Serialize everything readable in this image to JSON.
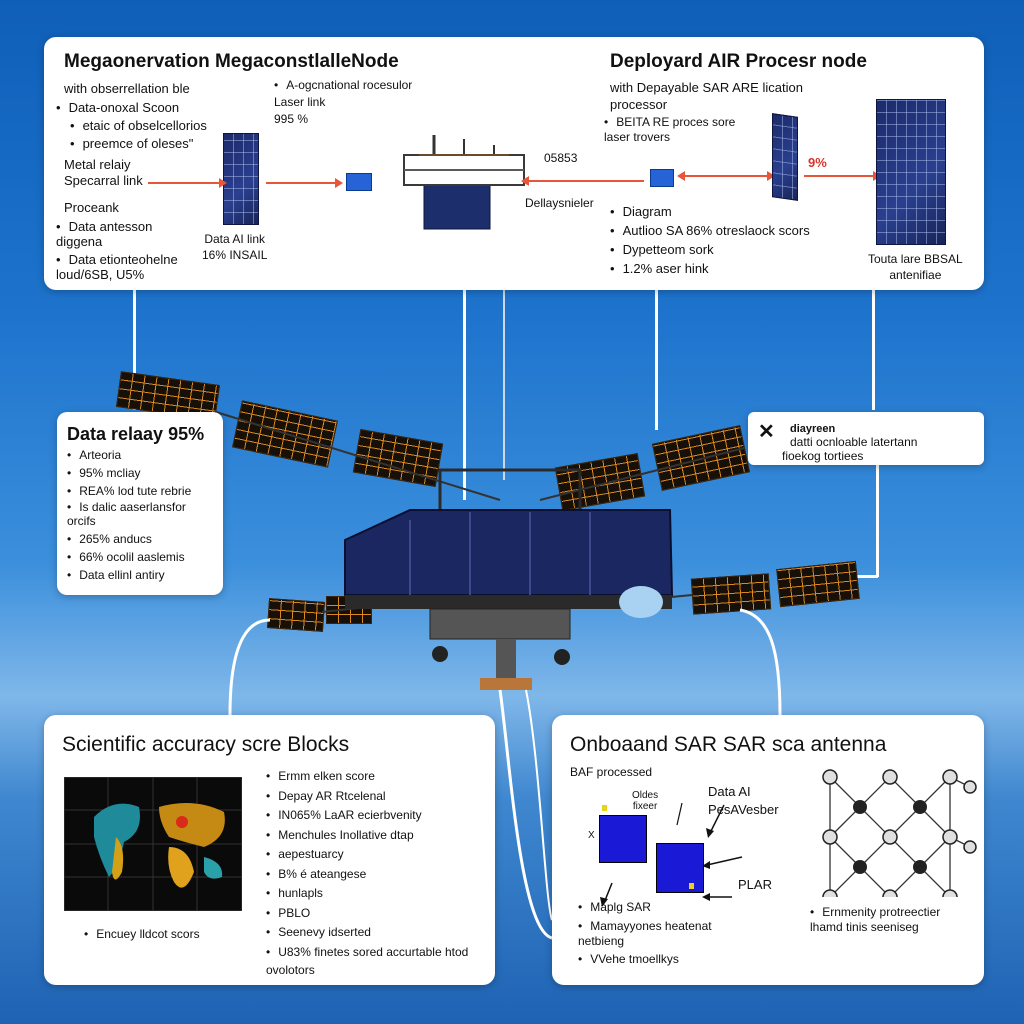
{
  "top_panel": {
    "left_title": "Megaonervation  MegaconstlalleNode",
    "left_sub": "with obserrellation ble",
    "left_bullets": [
      "Data-onoxal Scoon",
      "etaic of obselcellorios",
      "preemce of oleses\""
    ],
    "relay_label": "Metal relaiy\nSpecarral link",
    "proceank": "Proceank",
    "left_bullets2": [
      "Data antesson\ndiggena",
      "Data etionteohelne\nloud/6SB, U5%"
    ],
    "mid_bullets": [
      "A-ogcnational rocesulor\nLaser link\n995 %"
    ],
    "data_ai_link": "Data AI link\n16% INSAIL",
    "code_label": "05853",
    "deploy_label": "Dellaysnieler",
    "right_title": "Deployard AIR Procesr node",
    "right_sub": "with Depayable SAR ARE lication\nprocessor",
    "right_bullets1": [
      "BEITA RE proces sore\nlaser trovers"
    ],
    "right_bullets2": [
      "Diagram",
      "Autlioo SA 86% otreslaock scors",
      "Dypetteom sork",
      "1.2% aser hink"
    ],
    "pct_9": "9%",
    "antenna_caption": "Touta lare BBSAL\nantenifiae"
  },
  "left_panel": {
    "title": "Data relaay 95%",
    "bullets": [
      "Arteoria",
      "95% mcliay",
      "REA% lod tute rebrie",
      "Is dalic aaserlansfor\norcifs",
      "265% anducs",
      "66% ocolil aaslemis",
      "Data ellinl antiry"
    ]
  },
  "right_small_panel": {
    "line1": "diayreen",
    "line2": "datti ocnloable latertann",
    "line3": "fioekog tortiees"
  },
  "bottom_left": {
    "title": "Scientific  accuracy scre Blocks",
    "caption": "Encuey lldcot scors",
    "bullets": [
      "Ermm elken score",
      "Depay AR Rtcelenal",
      "IN065% LaAR ecierbvenity",
      "Menchules Inollative dtap",
      "aepestuarcy",
      "B% é ateangese",
      "hunlapls",
      "PBLO",
      "Seenevy idserted",
      "U83% finetes sored accurtable htod\novolotors"
    ]
  },
  "bottom_right": {
    "title": "Onboaand SAR  SAR sca antenna",
    "bar_processed": "BAF processed",
    "oldes_fixeer": "Oldes\nfixeer",
    "data_ai": "Data AI\nPesAVesber",
    "x_label": "X",
    "plar": "PLAR",
    "bullets": [
      "Maplg SAR",
      "Mamayyones heatenat\nnetbieng",
      "VVehe tmoellkys"
    ],
    "net_caption": "Ernmenity protreectier\nlhamd tinis seeniseg"
  },
  "colors": {
    "panel": "#ffffff",
    "arrow": "#e8563a",
    "sky": "#1d73cc",
    "sar_block": "#1a1ad6"
  }
}
